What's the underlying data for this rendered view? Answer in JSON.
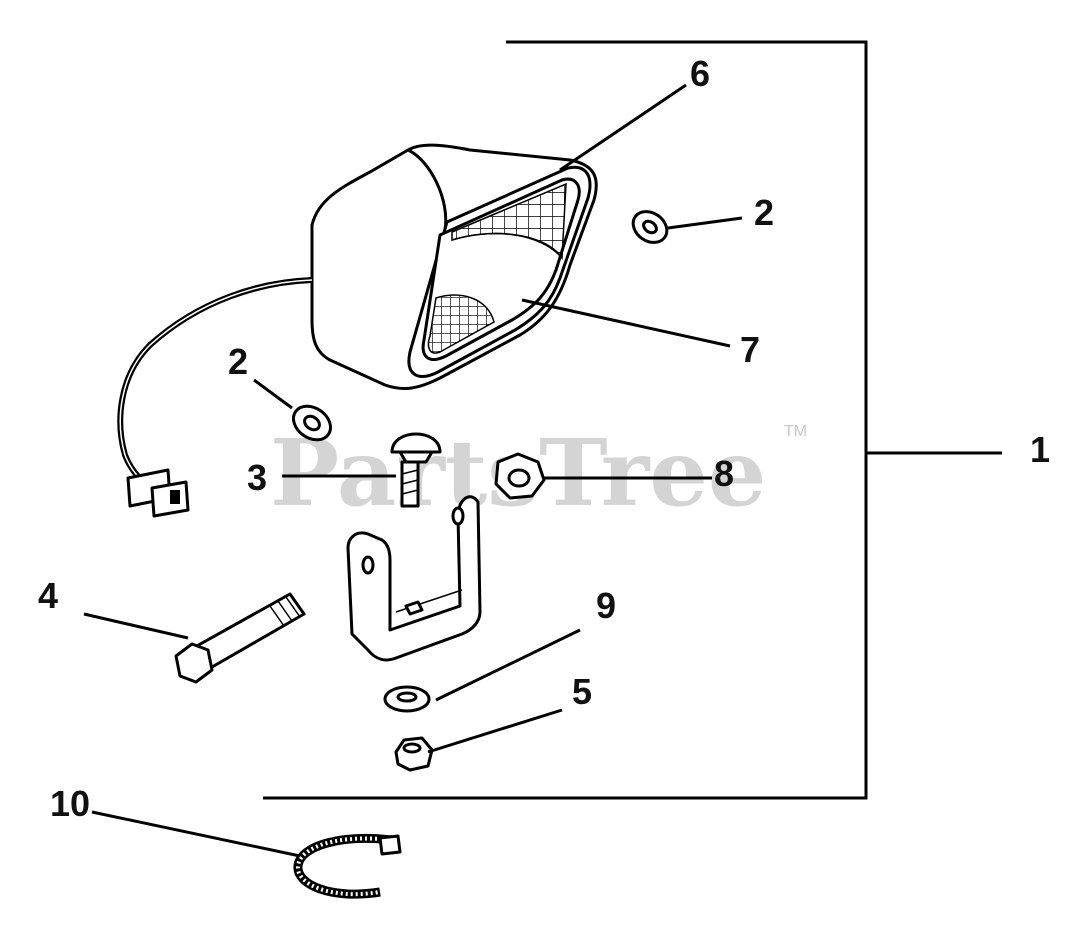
{
  "watermark": {
    "text": "PartsTree",
    "trademark": "TM"
  },
  "callouts": {
    "c1": "1",
    "c2a": "2",
    "c2b": "2",
    "c3": "3",
    "c4": "4",
    "c5": "5",
    "c6": "6",
    "c7": "7",
    "c8": "8",
    "c9": "9",
    "c10": "10"
  }
}
